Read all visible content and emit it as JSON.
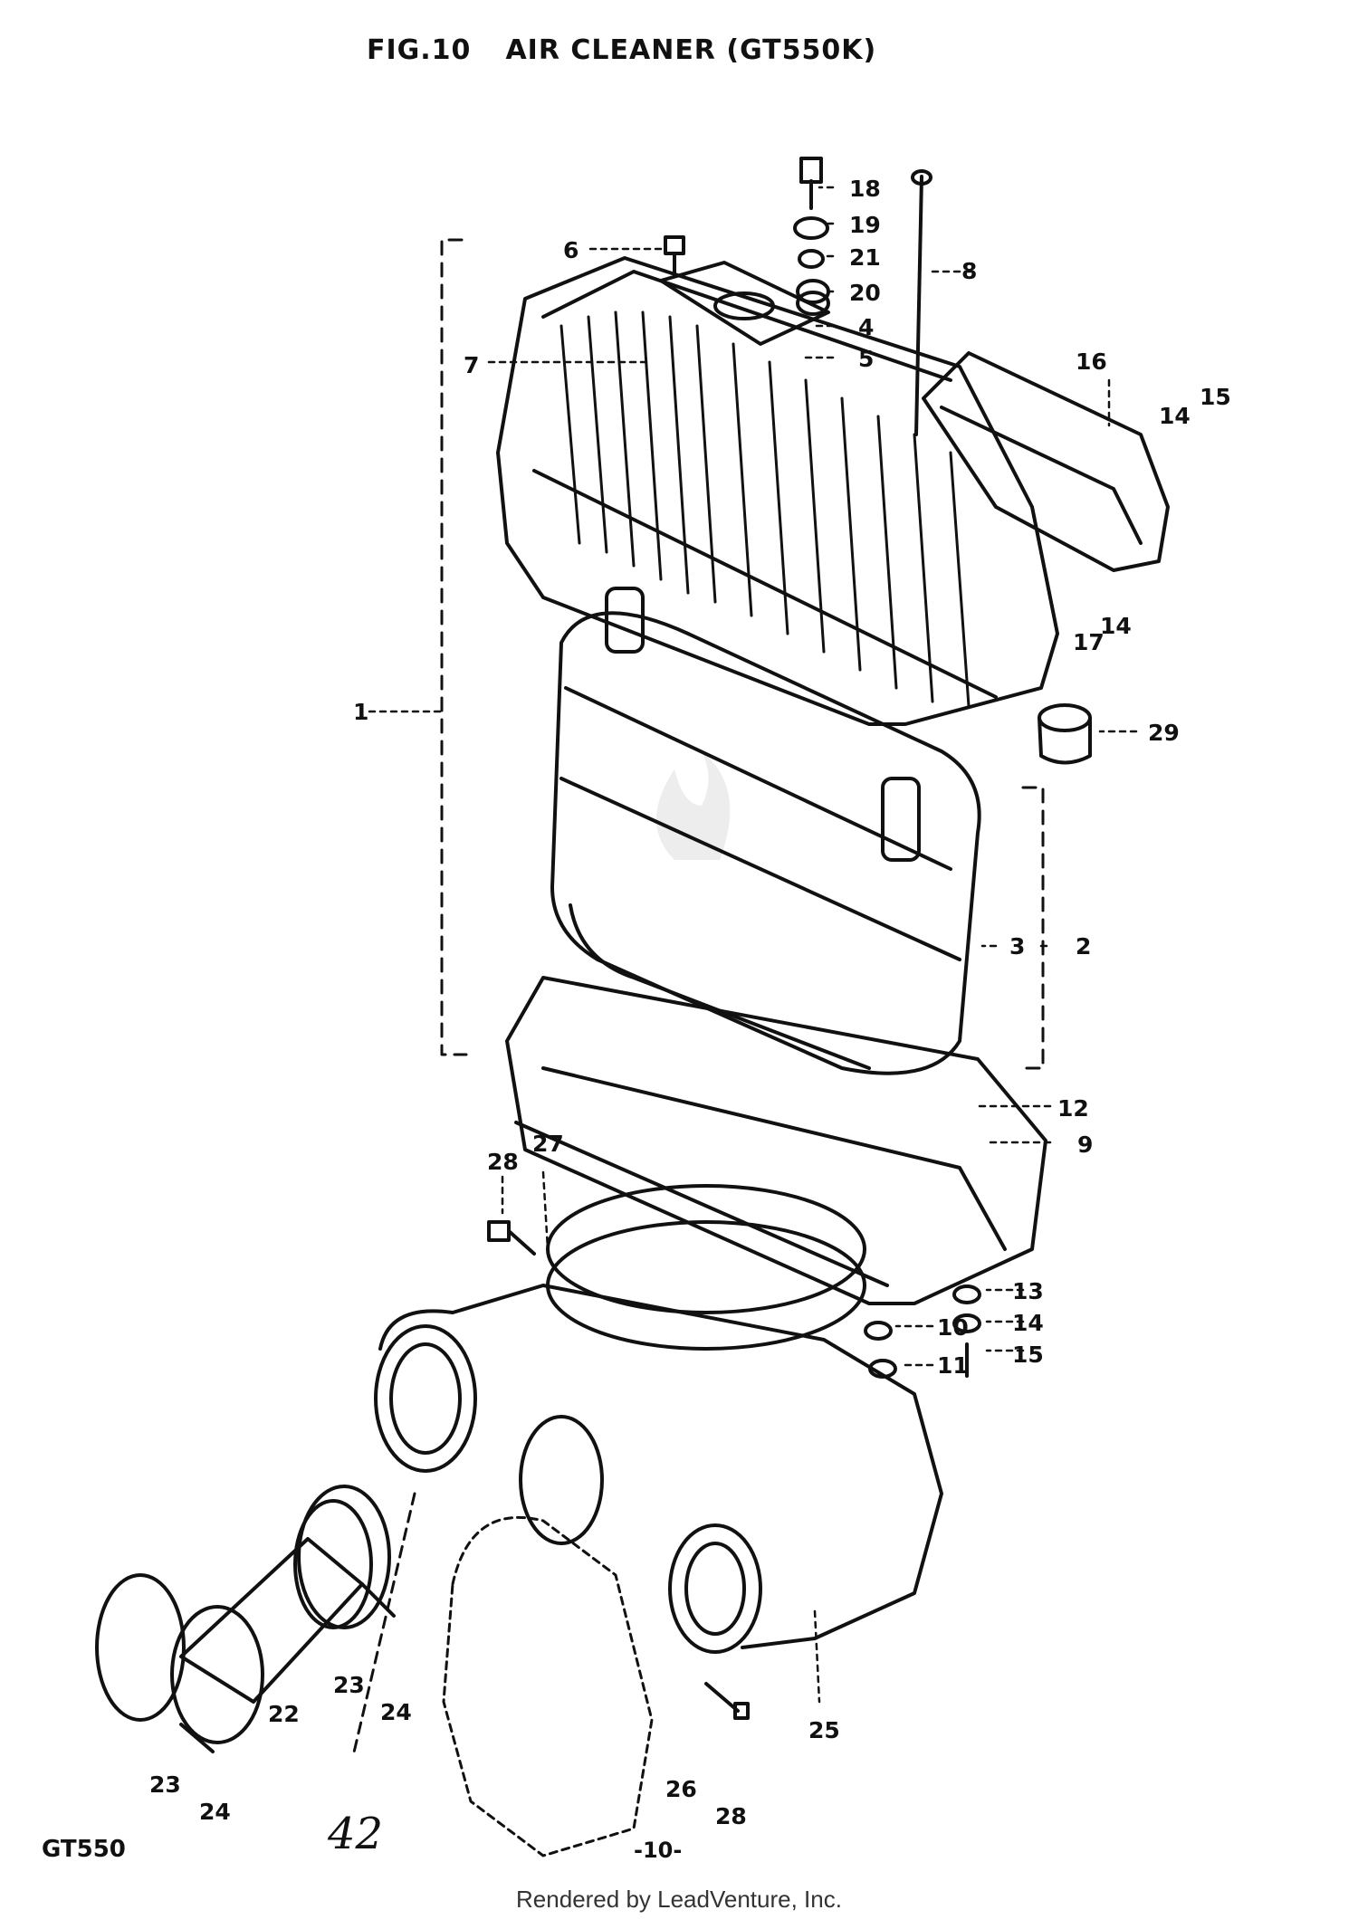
{
  "title": {
    "fig": "FIG.10",
    "name": "AIR CLEANER (GT550K)"
  },
  "callouts": [
    {
      "id": "c1",
      "label": "1"
    },
    {
      "id": "c2",
      "label": "2"
    },
    {
      "id": "c3",
      "label": "3"
    },
    {
      "id": "c4",
      "label": "4"
    },
    {
      "id": "c5",
      "label": "5"
    },
    {
      "id": "c6",
      "label": "6"
    },
    {
      "id": "c7",
      "label": "7"
    },
    {
      "id": "c8",
      "label": "8"
    },
    {
      "id": "c9",
      "label": "9"
    },
    {
      "id": "c10",
      "label": "10"
    },
    {
      "id": "c11",
      "label": "11"
    },
    {
      "id": "c12",
      "label": "12"
    },
    {
      "id": "c13",
      "label": "13"
    },
    {
      "id": "c14a",
      "label": "14"
    },
    {
      "id": "c14b",
      "label": "14"
    },
    {
      "id": "c14c",
      "label": "14"
    },
    {
      "id": "c15a",
      "label": "15"
    },
    {
      "id": "c15b",
      "label": "15"
    },
    {
      "id": "c16",
      "label": "16"
    },
    {
      "id": "c17",
      "label": "17"
    },
    {
      "id": "c18",
      "label": "18"
    },
    {
      "id": "c19",
      "label": "19"
    },
    {
      "id": "c20",
      "label": "20"
    },
    {
      "id": "c21",
      "label": "21"
    },
    {
      "id": "c22",
      "label": "22"
    },
    {
      "id": "c23a",
      "label": "23"
    },
    {
      "id": "c23b",
      "label": "23"
    },
    {
      "id": "c24a",
      "label": "24"
    },
    {
      "id": "c24b",
      "label": "24"
    },
    {
      "id": "c25",
      "label": "25"
    },
    {
      "id": "c26",
      "label": "26"
    },
    {
      "id": "c27",
      "label": "27"
    },
    {
      "id": "c28a",
      "label": "28"
    },
    {
      "id": "c28b",
      "label": "28"
    },
    {
      "id": "c29",
      "label": "29"
    }
  ],
  "footer": {
    "model": "GT550",
    "handwritten": "42",
    "page": "-10-",
    "credit": "Rendered by LeadVenture, Inc."
  },
  "colors": {
    "ink": "#111111",
    "paper": "#ffffff"
  }
}
